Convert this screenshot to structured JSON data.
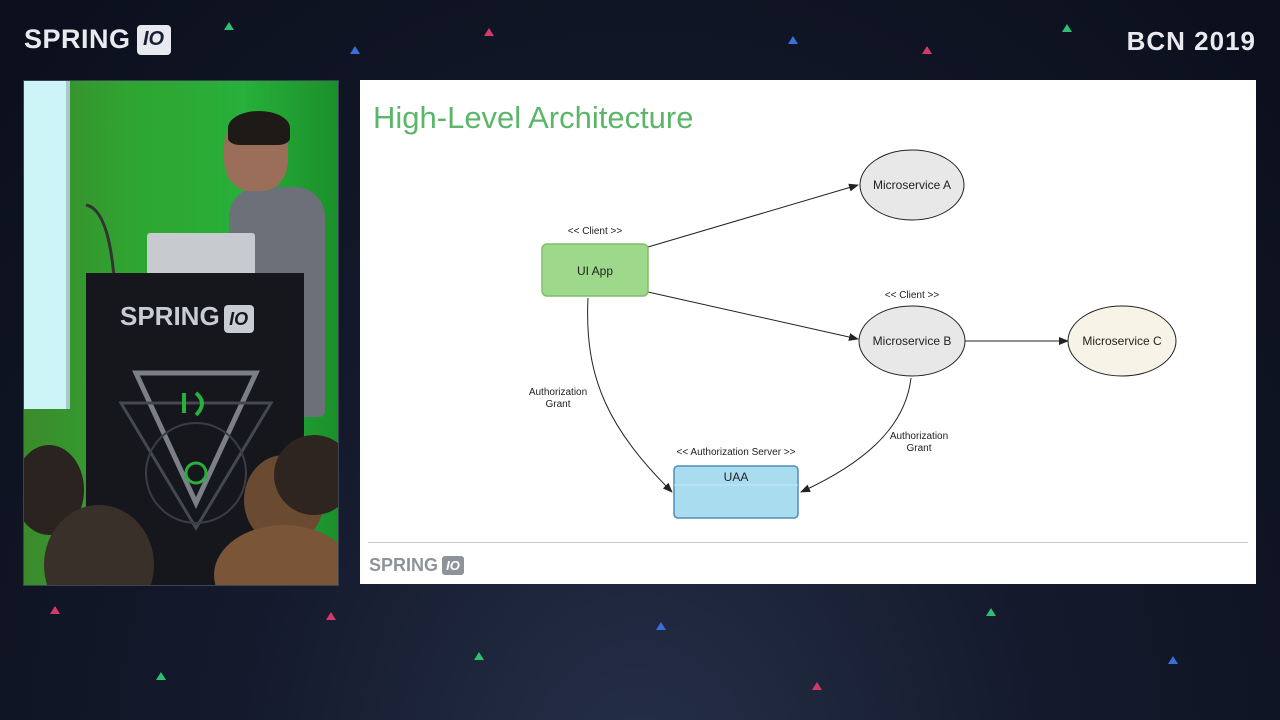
{
  "event": {
    "brand_left": "SPRING",
    "badge_glyph": "IO",
    "brand_right": "BCN 2019"
  },
  "podium": {
    "brand": "SPRING",
    "badge_glyph": "IO"
  },
  "slide": {
    "title": "High-Level Architecture",
    "footer_brand": "SPRING",
    "footer_badge_glyph": "IO"
  },
  "diagram": {
    "nodes": {
      "ui_app": {
        "label": "UI App",
        "stereotype": "<< Client >>"
      },
      "microservice_a": {
        "label": "Microservice A"
      },
      "microservice_b": {
        "label": "Microservice B",
        "stereotype": "<< Client >>"
      },
      "microservice_c": {
        "label": "Microservice C"
      },
      "uaa": {
        "label": "UAA",
        "stereotype": "<< Authorization Server >>"
      }
    },
    "edges": [
      {
        "from": "ui_app",
        "to": "microservice_a"
      },
      {
        "from": "ui_app",
        "to": "microservice_b"
      },
      {
        "from": "microservice_b",
        "to": "microservice_c"
      },
      {
        "from": "ui_app",
        "to": "uaa",
        "label_line1": "Authorization",
        "label_line2": "Grant"
      },
      {
        "from": "microservice_b",
        "to": "uaa",
        "label_line1": "Authorization",
        "label_line2": "Grant"
      }
    ]
  },
  "colors": {
    "title_green": "#5cb669",
    "client_fill": "#9ed88a",
    "client_stroke": "#7fbf6b",
    "service_fill": "#e8e8e8",
    "service_c_fill": "#f7f3e6",
    "uaa_fill": "#a9dcef",
    "uaa_stroke": "#4f8fb3"
  }
}
